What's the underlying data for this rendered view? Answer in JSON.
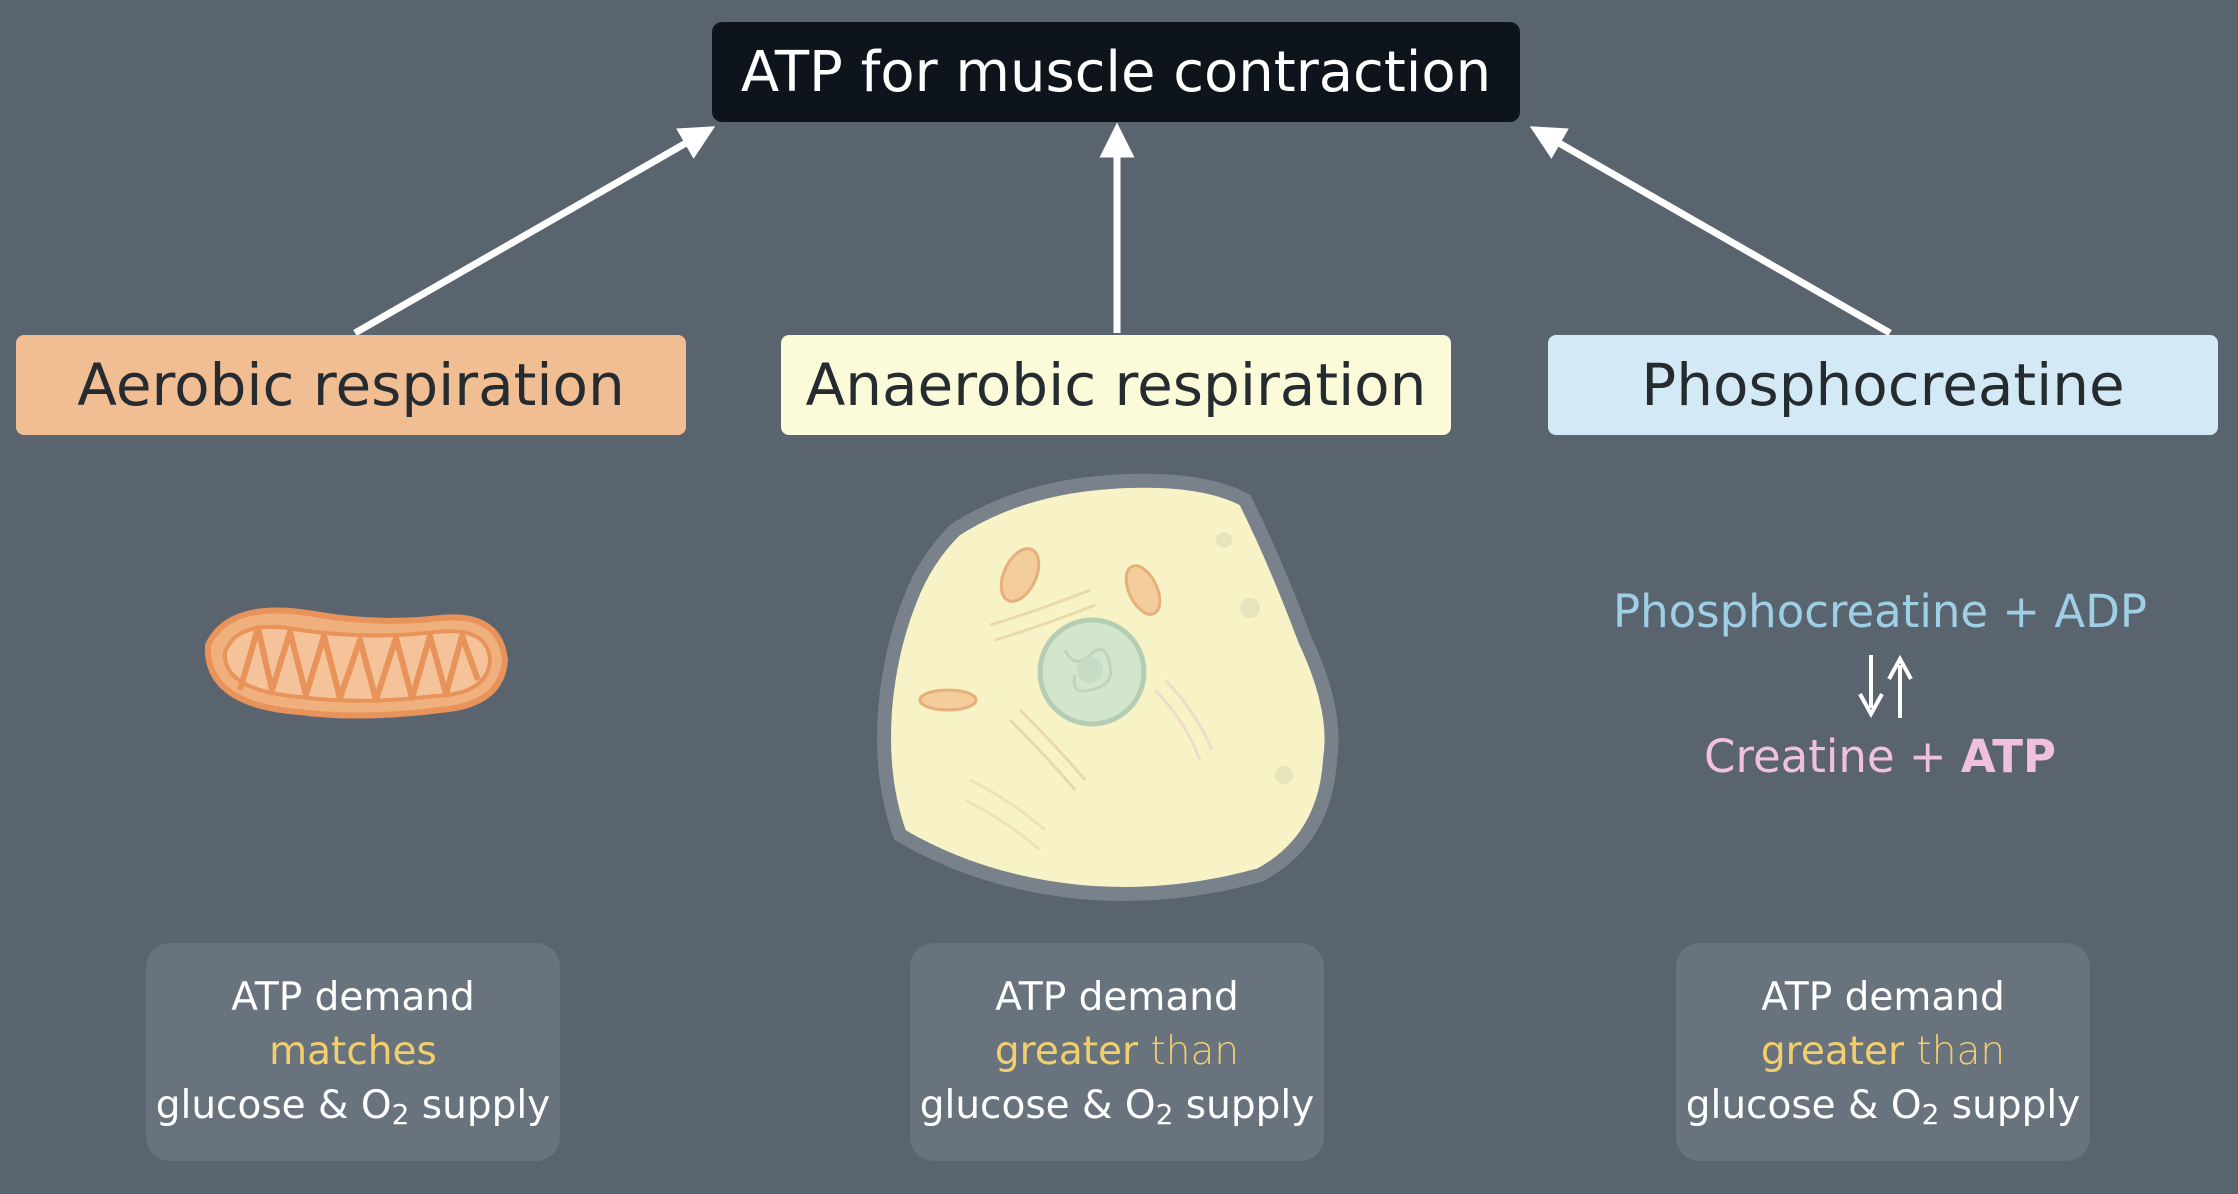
{
  "title": "ATP for muscle contraction",
  "categories": {
    "aerobic": "Aerobic respiration",
    "anaerobic": "Anaerobic respiration",
    "phosphocreatine": "Phosphocreatine"
  },
  "equation": {
    "left_text": "Phosphocreatine + ADP",
    "right_prefix": "Creatine + ",
    "right_atp": "ATP"
  },
  "notes": [
    {
      "line1": "ATP demand",
      "highlight": "matches",
      "rest": "",
      "line3_pre": "glucose & O",
      "sub": "2",
      "line3_post": " supply"
    },
    {
      "line1": "ATP demand",
      "highlight": "greater",
      "rest": " than",
      "line3_pre": "glucose & O",
      "sub": "2",
      "line3_post": " supply"
    },
    {
      "line1": "ATP demand",
      "highlight": "greater",
      "rest": " than",
      "line3_pre": "glucose & O",
      "sub": "2",
      "line3_post": " supply"
    }
  ],
  "colors": {
    "background": "#5a646e",
    "title_bg": "#0e141c",
    "aerobic": "#f1bd93",
    "anaerobic": "#fbfad9",
    "phosphocreatine": "#d3eaf6",
    "highlight": "#f2cf6c"
  },
  "icons": [
    "mitochondrion-icon",
    "cell-icon",
    "reversible-arrows-icon"
  ]
}
